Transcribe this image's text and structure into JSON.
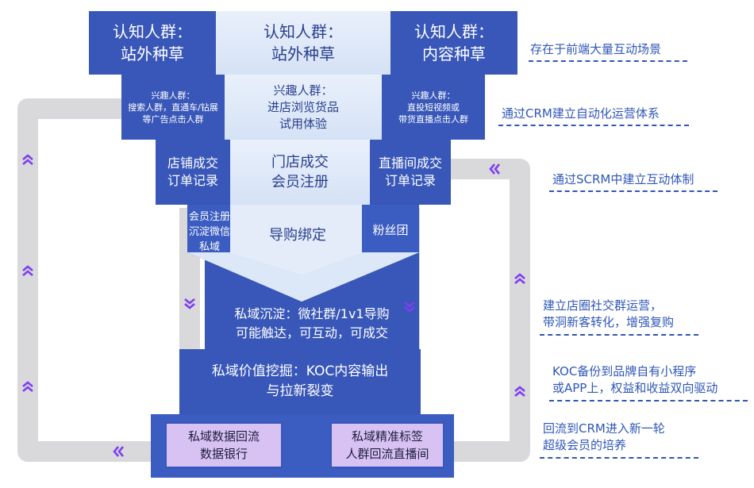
{
  "colors": {
    "primary": "#3857b8",
    "light": "#e3ecf8",
    "lavender": "#d8c2f4",
    "note": "#2f56b8",
    "track": "#d9d9db",
    "chevron": "#7d3ff2"
  },
  "funnel": {
    "row1": {
      "left": "认知人群：\n站外种草",
      "center": "认知人群：\n站外种草",
      "right": "认知人群：\n内容种草"
    },
    "row2": {
      "left": "兴趣人群：\n搜索人群，直通车/钻展\n等广告点击人群",
      "center": "兴趣人群：\n进店浏览货品\n试用体验",
      "right": "兴趣人群：\n直投短视频或\n带货直播点击人群"
    },
    "row3": {
      "left": "店铺成交\n订单记录",
      "center": "门店成交\n会员注册",
      "right": "直播间成交\n订单记录"
    },
    "row4": {
      "left": "会员注册\n沉淀微信\n私域",
      "center": "导购绑定",
      "right": "粉丝团"
    },
    "row5": {
      "center": "私域沉淀：微社群/1v1导购\n可能触达，可互动，可成交"
    },
    "row6": {
      "center": "私域价值挖掘：KOC内容输出\n与拉新裂变"
    },
    "row7": {
      "left": "私域数据回流\n数据银行",
      "right": "私域精准标签\n人群回流直播间"
    }
  },
  "notes": [
    "存在于前端大量互动场景",
    "通过CRM建立自动化运营体系",
    "通过SCRM中建立互动体制",
    "建立店圈社交群运营，\n带洞新客转化，增强复购",
    "KOC备份到品牌自有小程序\n或APP上，权益和收益双向驱动",
    "回流到CRM进入新一轮\n超级会员的培养"
  ],
  "icons": {
    "up": "chevron-double-up-icon",
    "down": "chevron-double-down-icon",
    "left": "chevron-double-left-icon"
  }
}
